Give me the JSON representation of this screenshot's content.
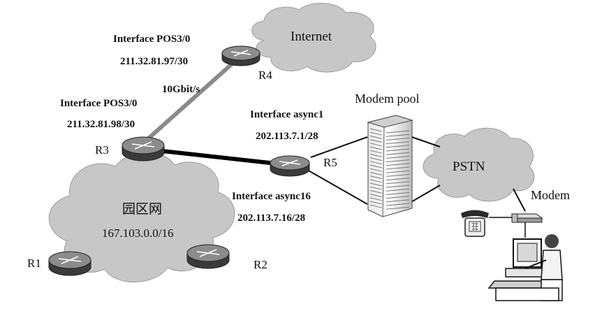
{
  "colors": {
    "cloud": "#c7c7c7",
    "router_top": "#8c8c8c",
    "router_side": "#3a3a3a",
    "thick_link": "#000000",
    "gray_link": "#8a8a8a",
    "thin_link": "#111111"
  },
  "labels": {
    "r4_iface": "Interface POS3/0",
    "r4_ip": "211.32.81.97/30",
    "r3_iface": "Interface POS3/0",
    "r3_ip": "211.32.81.98/30",
    "link_speed": "10Gbit/s",
    "async1_iface": "Interface async1",
    "async1_ip": "202.113.7.1/28",
    "async16_iface": "Interface async16",
    "async16_ip": "202.113.7.16/28",
    "campus": "园区网",
    "campus_net": "167.103.0.0/16",
    "modem_pool": "Modem pool",
    "modem": "Modem"
  },
  "routers": {
    "r1": "R1",
    "r2": "R2",
    "r3": "R3",
    "r4": "R4",
    "r5": "R5"
  },
  "clouds": {
    "internet": "Internet",
    "pstn": "PSTN"
  },
  "icons": {
    "router": "router-icon",
    "modem_pool": "modem-pool-rack-icon",
    "telephone": "telephone-icon",
    "modem": "modem-icon",
    "user": "user-workstation-icon"
  }
}
